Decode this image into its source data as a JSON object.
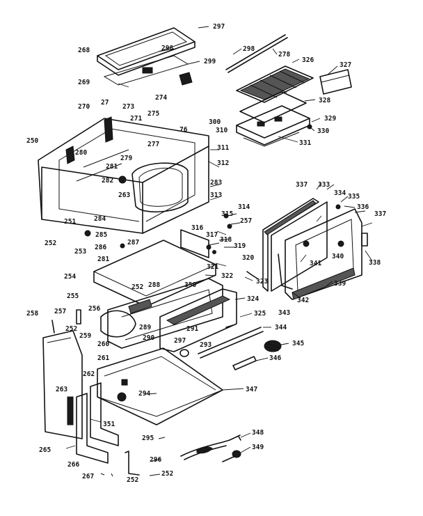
{
  "diagram": {
    "callouts": [
      "297",
      "298",
      "268",
      "299",
      "298",
      "278",
      "326",
      "327",
      "269",
      "274",
      "328",
      "270",
      "27",
      "273",
      "275",
      "76",
      "300",
      "329",
      "271",
      "310",
      "330",
      "331",
      "277",
      "250",
      "280",
      "311",
      "279",
      "281",
      "312",
      "282",
      "283",
      "337",
      "333",
      "334",
      "335",
      "313",
      "336",
      "337",
      "263",
      "315",
      "314",
      "251",
      "284",
      "316",
      "257",
      "285",
      "338",
      "317",
      "318",
      "252",
      "286",
      "287",
      "319",
      "340",
      "341",
      "253",
      "281",
      "320",
      "321",
      "254",
      "339",
      "322",
      "323",
      "255",
      "252",
      "288",
      "350",
      "324",
      "342",
      "343",
      "256",
      "258",
      "257",
      "325",
      "252",
      "289",
      "344",
      "259",
      "291",
      "290",
      "260",
      "297",
      "293",
      "345",
      "261",
      "346",
      "262",
      "347",
      "294",
      "263",
      "351",
      "295",
      "265",
      "348",
      "349",
      "296",
      "266",
      "267",
      "252",
      "252"
    ]
  }
}
